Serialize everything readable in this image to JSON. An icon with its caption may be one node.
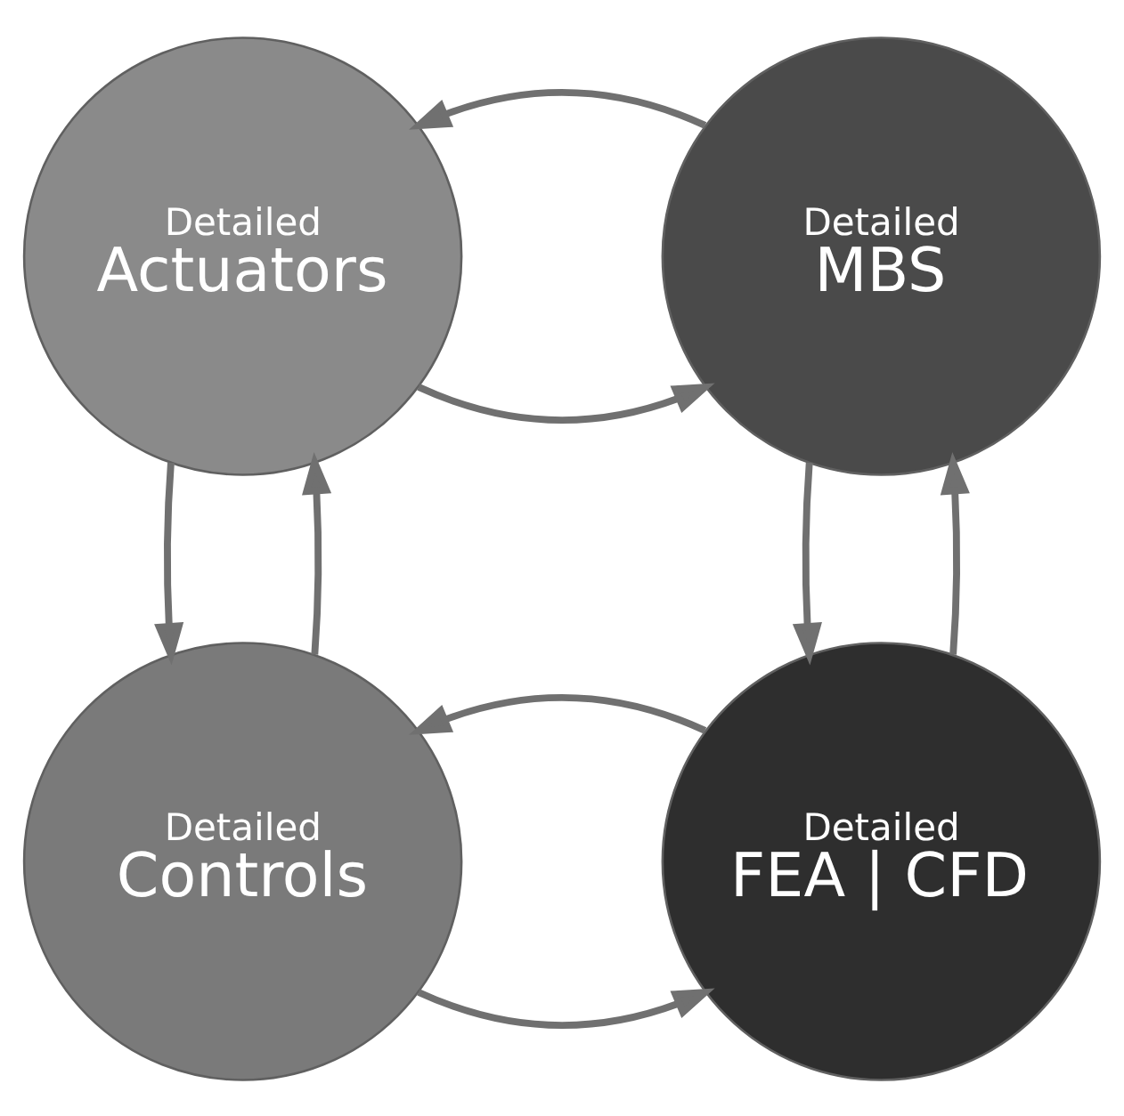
{
  "diagram": {
    "nodes": [
      {
        "text": [
          "Detailed",
          "Actuators"
        ]
      },
      {
        "text": [
          "Detailed",
          "MBS"
        ]
      },
      {
        "text": [
          "Detailed",
          "Controls"
        ]
      },
      {
        "text": [
          "Detailed",
          "FEA | CFD"
        ]
      }
    ],
    "edges": [
      {
        "from": 0,
        "to": 1,
        "arrow": "to"
      },
      {
        "from": 1,
        "to": 0,
        "arrow": "to"
      },
      {
        "from": 1,
        "to": 3,
        "arrow": "to"
      },
      {
        "from": 3,
        "to": 1,
        "arrow": "to"
      },
      {
        "from": 2,
        "to": 3,
        "arrow": "to"
      },
      {
        "from": 3,
        "to": 2,
        "arrow": "to"
      },
      {
        "from": 0,
        "to": 2,
        "arrow": "to"
      },
      {
        "from": 2,
        "to": 0,
        "arrow": "to"
      }
    ]
  }
}
